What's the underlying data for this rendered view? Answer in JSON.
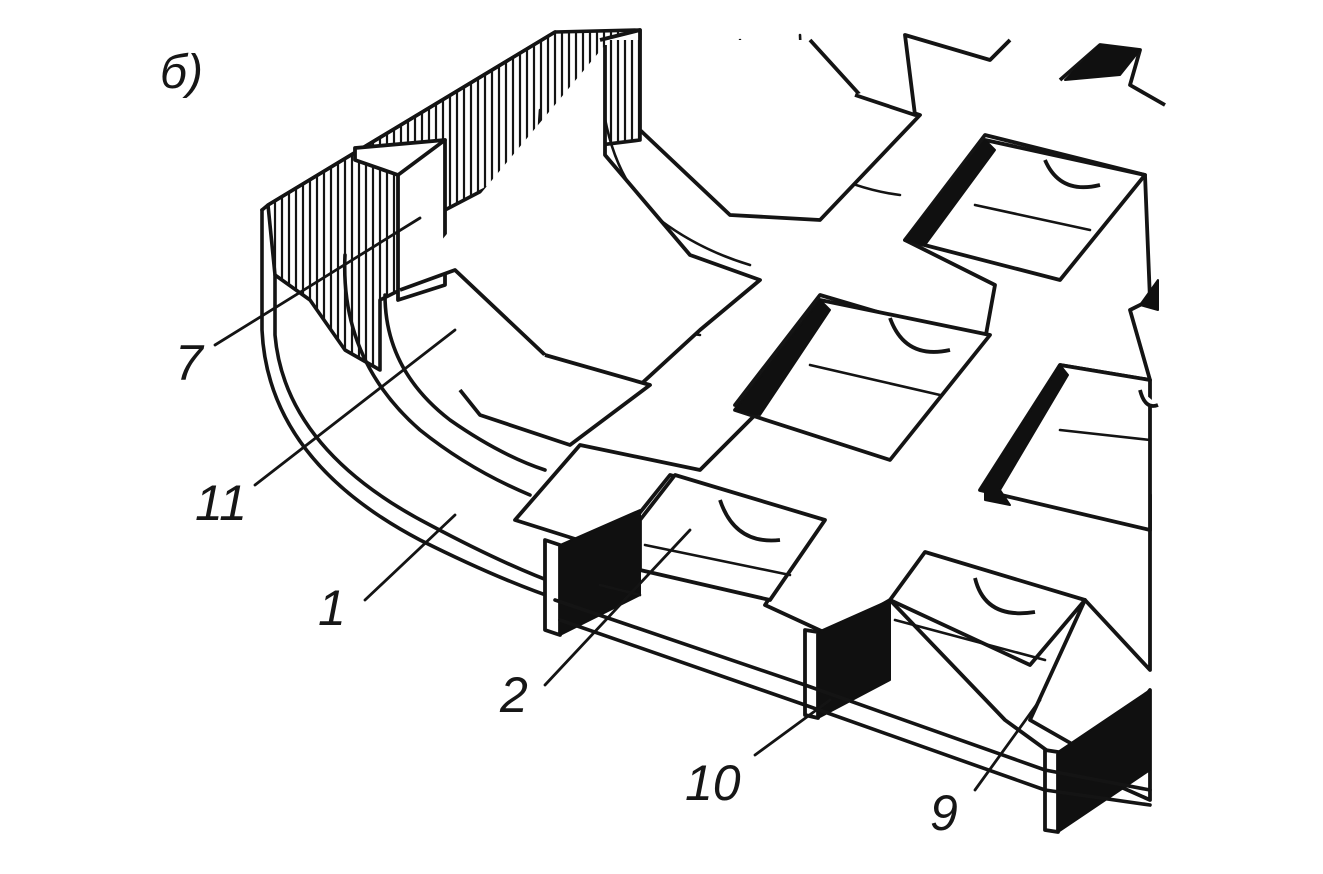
{
  "figure": {
    "panel_label": "б)",
    "callouts": [
      {
        "id": "7",
        "text": "7"
      },
      {
        "id": "11",
        "text": "11"
      },
      {
        "id": "1",
        "text": "1"
      },
      {
        "id": "2",
        "text": "2"
      },
      {
        "id": "10",
        "text": "10"
      },
      {
        "id": "9",
        "text": "9"
      }
    ],
    "colors": {
      "line": "#141414",
      "fill": "#ffffff"
    }
  }
}
